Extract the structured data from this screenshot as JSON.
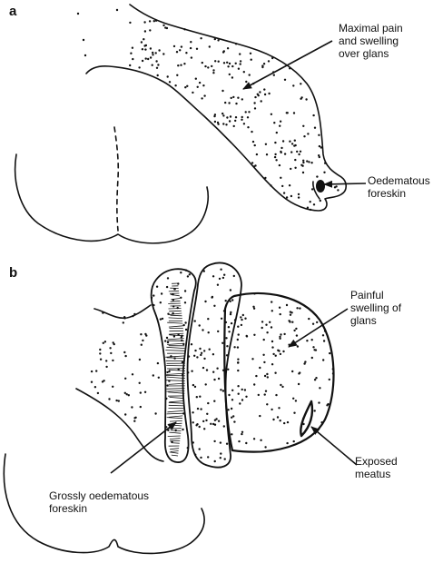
{
  "panels": [
    {
      "letter": "a",
      "labels": [
        {
          "lines": [
            "Maximal pain",
            "and swelling",
            "over glans"
          ]
        },
        {
          "lines": [
            "Oedematous",
            "foreskin"
          ]
        }
      ]
    },
    {
      "letter": "b",
      "labels": [
        {
          "lines": [
            "Painful",
            "swelling of",
            "glans"
          ]
        },
        {
          "lines": [
            "Exposed",
            "meatus"
          ]
        },
        {
          "lines": [
            "Grossly oedematous",
            "foreskin"
          ]
        }
      ]
    }
  ],
  "colors": {
    "ink": "#111111",
    "background": "#ffffff"
  }
}
